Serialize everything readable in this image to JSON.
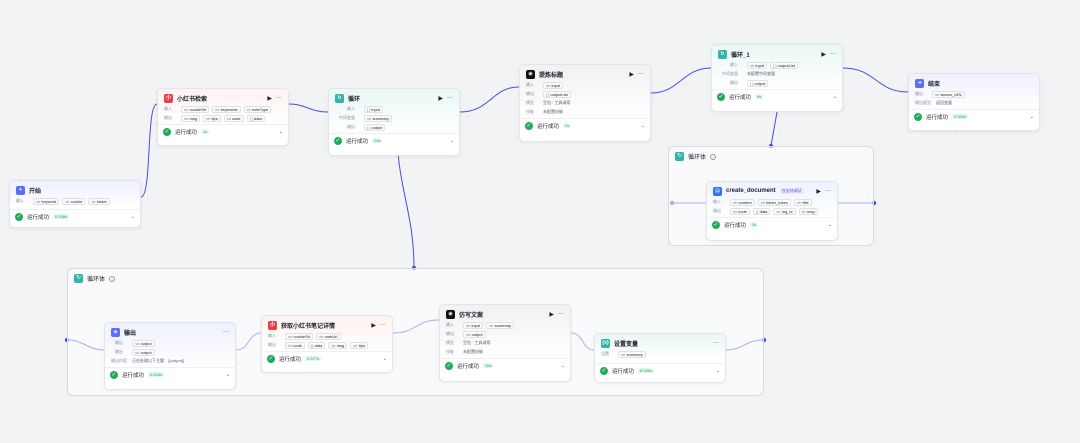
{
  "colors": {
    "edge": "#5147e5",
    "success": "#21a95a",
    "start_icon": "#5b6ef5",
    "xhs_icon": "#ee3c4a",
    "loop_icon": "#36b3a8",
    "llm_icon": "#111111",
    "end_icon": "#5b6ef5"
  },
  "nodes": {
    "start": {
      "title": "开始",
      "in_label": "输入",
      "inputs": [
        "keyword",
        "cookie",
        "folder"
      ],
      "status": "运行成功",
      "time": "0.008s"
    },
    "xhs_search": {
      "title": "小红书检索",
      "in_label": "输入",
      "inputs": [
        "cookieStr",
        "keywords",
        "noteType"
      ],
      "out_label": "输出",
      "outputs": [
        "msg",
        "tips",
        "code",
        "data"
      ],
      "status": "运行成功",
      "time": "1s"
    },
    "loop": {
      "title": "循环",
      "in_label": "输入",
      "inputs": [
        "input"
      ],
      "mid_label": "中间变量",
      "mids": [
        "summary"
      ],
      "out_label": "输出",
      "outputs": [
        "output"
      ],
      "status": "运行成功",
      "time": "24s"
    },
    "extract_title": {
      "title": "提炼标题",
      "in_label": "输入",
      "inputs": [
        "input"
      ],
      "out_label": "输出",
      "outputs": [
        "outputList"
      ],
      "model_label": "模型",
      "model": "豆包 · 工具调用",
      "skill_label": "技能",
      "skill": "未配置技能",
      "status": "运行成功",
      "time": "2s"
    },
    "loop1": {
      "title": "循环_1",
      "in_label": "输入",
      "inputs": [
        "input",
        "outputList"
      ],
      "mid_label": "中间变量",
      "mid_text": "未配置中间变量",
      "out_label": "输出",
      "outputs": [
        "output"
      ],
      "status": "运行成功",
      "time": "9s"
    },
    "end": {
      "title": "结束",
      "out_label": "输出",
      "outputs": [
        "weson_URL"
      ],
      "mode_label": "输出类型",
      "mode": "返回变量",
      "status": "运行成功",
      "time": "0.000s"
    },
    "create_doc": {
      "title": "create_document",
      "tag": "仅支持调试",
      "in_label": "输入",
      "inputs": [
        "content",
        "folder_token",
        "title"
      ],
      "out_label": "输出",
      "outputs": [
        "code",
        "data",
        "log_id",
        "msg"
      ],
      "status": "运行成功",
      "time": "2s"
    },
    "output_node": {
      "title": "输出",
      "in_label": "输出",
      "inputs": [
        "output"
      ],
      "out_label": "输出",
      "outputs": [
        "output"
      ],
      "content_label": "输出内容",
      "content": "正在处理以下主题：{{output}}",
      "status": "运行成功",
      "time": "0.018s"
    },
    "xhs_detail": {
      "title": "获取小红书笔记详情",
      "in_label": "输入",
      "inputs": [
        "cookieStr",
        "noteUrl"
      ],
      "out_label": "输出",
      "outputs": [
        "code",
        "data",
        "msg",
        "tips"
      ],
      "status": "运行成功",
      "time": "0.577s"
    },
    "rewrite": {
      "title": "仿写文案",
      "in_label": "输入",
      "inputs": [
        "input",
        "summary"
      ],
      "out_label": "输出",
      "outputs": [
        "output"
      ],
      "model_label": "模型",
      "model": "豆包 · 工具调用",
      "skill_label": "技能",
      "skill": "未配置技能",
      "status": "运行成功",
      "time": "15s"
    },
    "set_var": {
      "title": "设置变量",
      "in_label": "设置",
      "inputs": [
        "summary"
      ],
      "status": "运行成功",
      "time": "0.000s"
    }
  },
  "frames": {
    "loop1_body": {
      "title": "循环体"
    },
    "loop_body": {
      "title": "循环体"
    }
  },
  "controls": {
    "run": "▶",
    "more": "···",
    "chevron": "⌄",
    "check": "✓"
  }
}
